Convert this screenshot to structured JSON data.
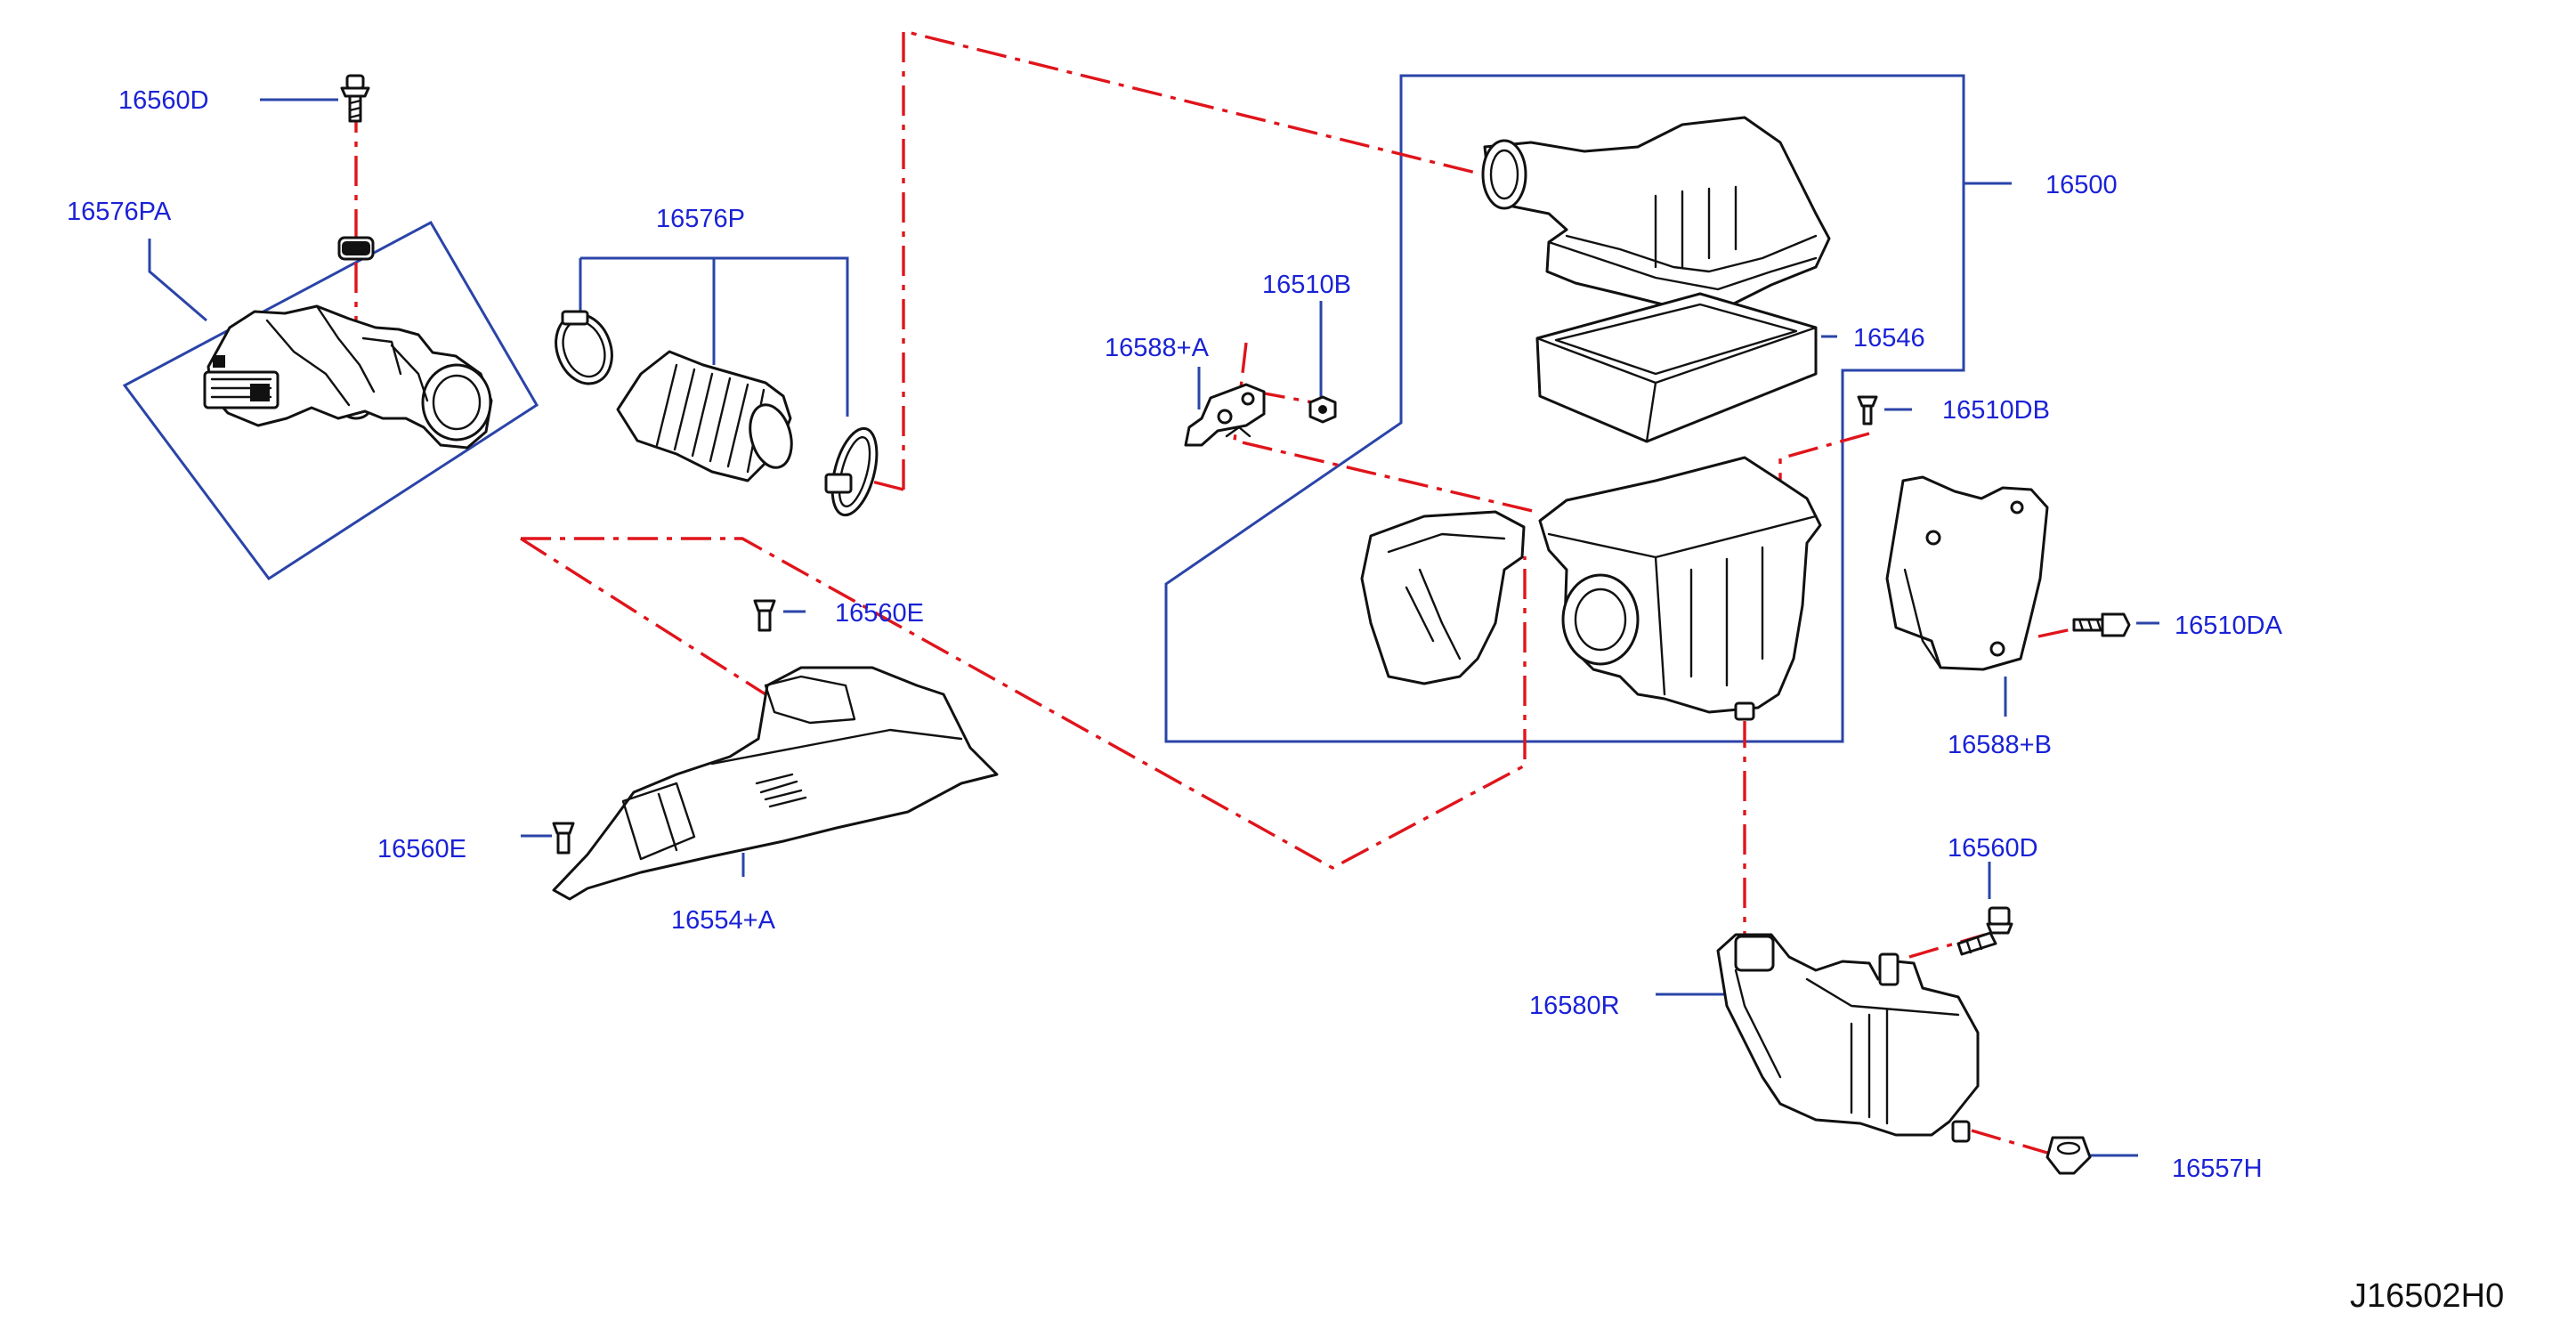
{
  "callouts": {
    "c16560D_top": "16560D",
    "c16576PA": "16576PA",
    "c16576P": "16576P",
    "c16510B": "16510B",
    "c16588A": "16588+A",
    "c16500": "16500",
    "c16546": "16546",
    "c16510DB": "16510DB",
    "c16560E_top": "16560E",
    "c16560E_left": "16560E",
    "c16554A": "16554+A",
    "c16510DA": "16510DA",
    "c16588B": "16588+B",
    "c16560D_right": "16560D",
    "c16580R": "16580R",
    "c16557H": "16557H"
  },
  "diagram_id": "J16502H0",
  "colors": {
    "callout_text": "#1a22d6",
    "leader_line": "#2a44a8",
    "center_line": "#e0141b",
    "outline": "#111111"
  }
}
